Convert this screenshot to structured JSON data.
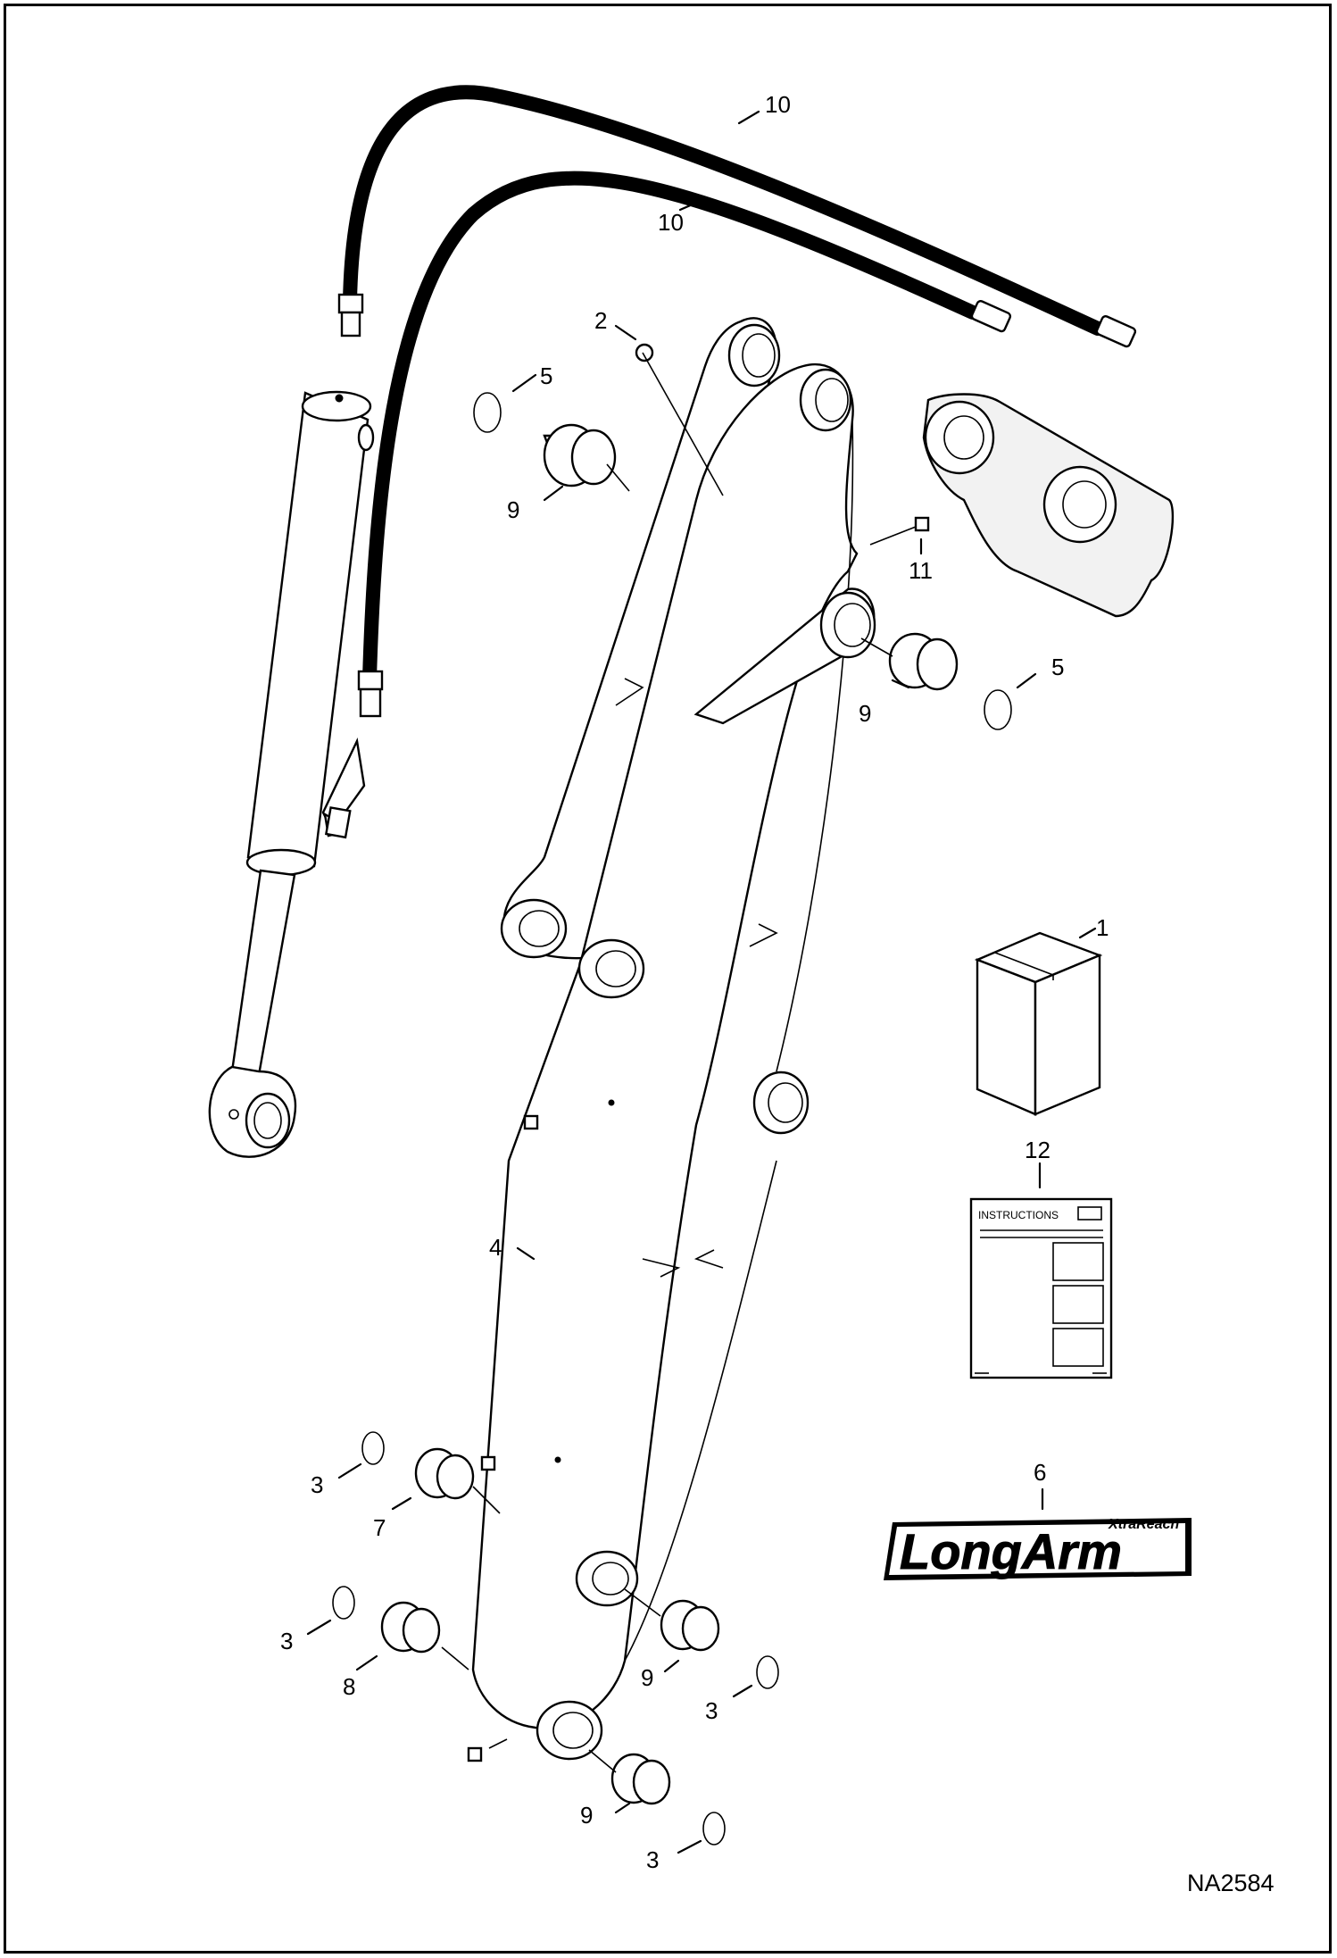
{
  "callouts": [
    {
      "id": "c1",
      "label": "1"
    },
    {
      "id": "c2",
      "label": "2"
    },
    {
      "id": "c3a",
      "label": "3"
    },
    {
      "id": "c3b",
      "label": "3"
    },
    {
      "id": "c3c",
      "label": "3"
    },
    {
      "id": "c3d",
      "label": "3"
    },
    {
      "id": "c4",
      "label": "4"
    },
    {
      "id": "c5a",
      "label": "5"
    },
    {
      "id": "c5b",
      "label": "5"
    },
    {
      "id": "c6",
      "label": "6"
    },
    {
      "id": "c7",
      "label": "7"
    },
    {
      "id": "c8",
      "label": "8"
    },
    {
      "id": "c9a",
      "label": "9"
    },
    {
      "id": "c9b",
      "label": "9"
    },
    {
      "id": "c9c",
      "label": "9"
    },
    {
      "id": "c9d",
      "label": "9"
    },
    {
      "id": "c10a",
      "label": "10"
    },
    {
      "id": "c10b",
      "label": "10"
    },
    {
      "id": "c11",
      "label": "11"
    },
    {
      "id": "c12",
      "label": "12"
    }
  ],
  "instructions_card": {
    "title": "INSTRUCTIONS"
  },
  "decal": {
    "brand": "LongArm",
    "sub": "XtraReach"
  },
  "drawing_id": "NA2584"
}
